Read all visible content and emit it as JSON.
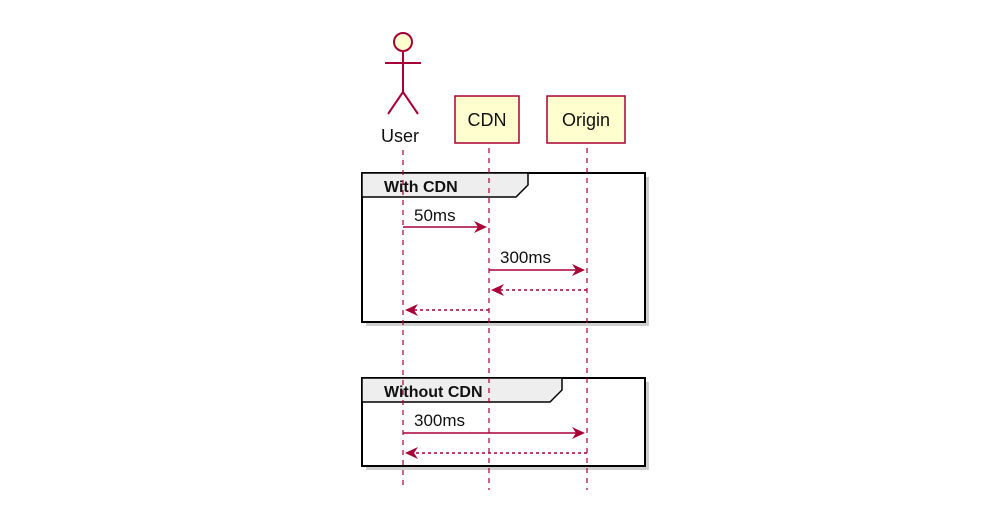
{
  "participants": {
    "user": {
      "label": "User",
      "type": "actor"
    },
    "cdn": {
      "label": "CDN",
      "type": "participant"
    },
    "origin": {
      "label": "Origin",
      "type": "participant"
    }
  },
  "colors": {
    "line": "#A80036",
    "participant_fill": "#FEFECE",
    "frame_tab_fill": "#EEEEEE"
  },
  "groups": [
    {
      "title": "With CDN",
      "messages": [
        {
          "from": "User",
          "to": "CDN",
          "label": "50ms",
          "style": "solid"
        },
        {
          "from": "CDN",
          "to": "Origin",
          "label": "300ms",
          "style": "solid"
        },
        {
          "from": "Origin",
          "to": "CDN",
          "label": "",
          "style": "dashed"
        },
        {
          "from": "CDN",
          "to": "User",
          "label": "",
          "style": "dashed"
        }
      ]
    },
    {
      "title": "Without CDN",
      "messages": [
        {
          "from": "User",
          "to": "Origin",
          "label": "300ms",
          "style": "solid"
        },
        {
          "from": "Origin",
          "to": "User",
          "label": "",
          "style": "dashed"
        }
      ]
    }
  ]
}
